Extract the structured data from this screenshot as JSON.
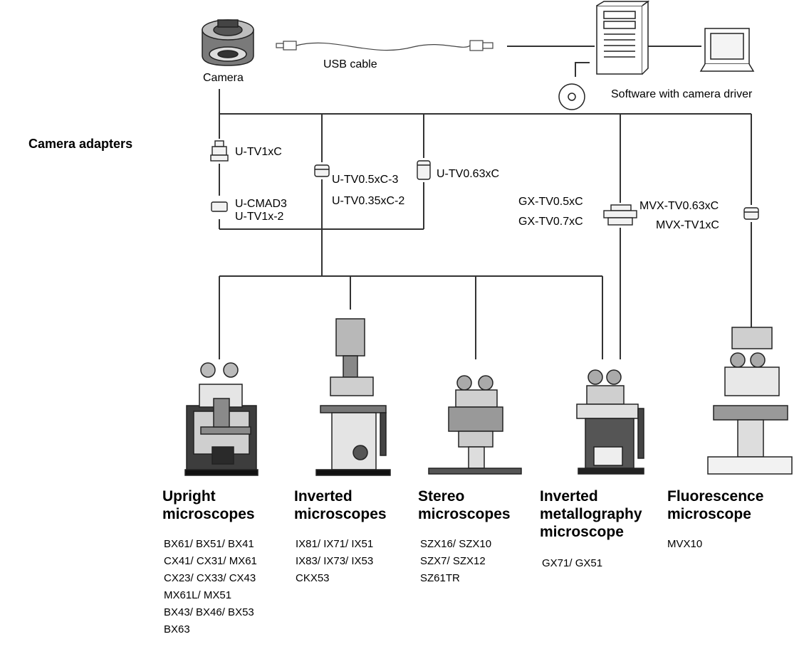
{
  "camera_label": "Camera",
  "usb_label": "USB cable",
  "software_label": "Software with camera driver",
  "adapters_heading": "Camera adapters",
  "adapters": {
    "u_tv1xc": "U-TV1xC",
    "u_cmad3": "U-CMAD3",
    "u_tv1x_2": "U-TV1x-2",
    "u_tv05xc_3": "U-TV0.5xC-3",
    "u_tv035xc_2": "U-TV0.35xC-2",
    "u_tv063xc": "U-TV0.63xC",
    "gx_tv05xc": "GX-TV0.5xC",
    "gx_tv07xc": "GX-TV0.7xC",
    "mvx_tv063xc": "MVX-TV0.63xC",
    "mvx_tv1xc": "MVX-TV1xC"
  },
  "categories": [
    {
      "title_lines": [
        "Upright",
        "microscopes"
      ],
      "models": [
        "BX61/ BX51/ BX41",
        "CX41/ CX31/ MX61",
        "CX23/ CX33/ CX43",
        "MX61L/ MX51",
        "BX43/ BX46/ BX53",
        "BX63"
      ]
    },
    {
      "title_lines": [
        "Inverted",
        "microscopes"
      ],
      "models": [
        "IX81/ IX71/ IX51",
        "IX83/ IX73/ IX53",
        "CKX53"
      ]
    },
    {
      "title_lines": [
        "Stereo",
        "microscopes"
      ],
      "models": [
        "SZX16/ SZX10",
        "SZX7/ SZX12",
        "SZ61TR"
      ]
    },
    {
      "title_lines": [
        "Inverted",
        "metallography",
        "microscope"
      ],
      "models": [
        "GX71/ GX51"
      ]
    },
    {
      "title_lines": [
        "Fluorescence",
        "microscope"
      ],
      "models": [
        "MVX10"
      ]
    }
  ]
}
